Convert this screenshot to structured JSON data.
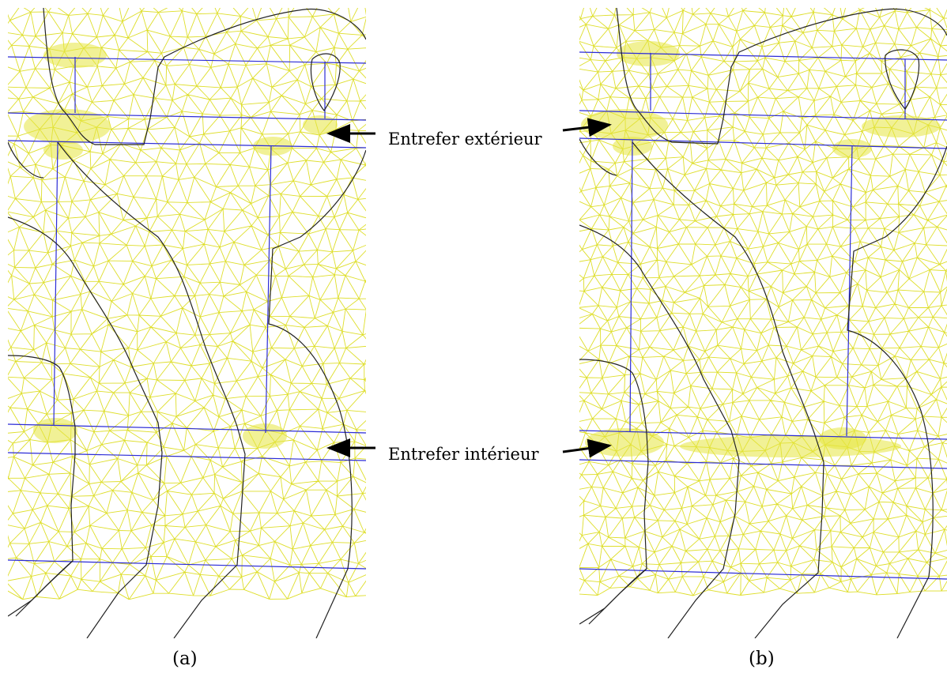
{
  "figure": {
    "label_outer": "Entrefer extérieur",
    "label_inner": "Entrefer intérieur",
    "caption_a": "(a)",
    "caption_b": "(b)"
  },
  "colors": {
    "mesh": "#dede2a",
    "boundary_blue": "#2b2bd6",
    "boundary_black": "#222222",
    "arrow": "#000000"
  }
}
